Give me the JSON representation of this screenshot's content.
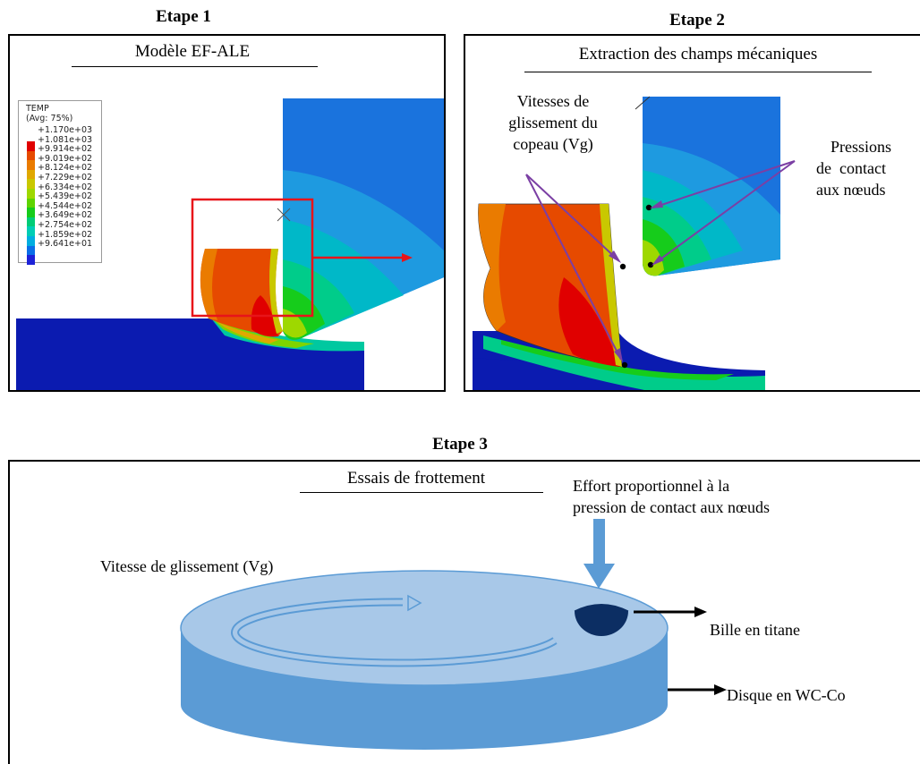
{
  "step1": {
    "title": "Etape 1",
    "panel_title": "Modèle EF-ALE",
    "legend": {
      "name": "TEMP",
      "avg": "(Avg: 75%)",
      "levels": [
        "+1.170e+03",
        "+1.081e+03",
        "+9.914e+02",
        "+9.019e+02",
        "+8.124e+02",
        "+7.229e+02",
        "+6.334e+02",
        "+5.439e+02",
        "+4.544e+02",
        "+3.649e+02",
        "+2.754e+02",
        "+1.859e+02",
        "+9.641e+01"
      ],
      "colors": [
        "#e00000",
        "#e64a00",
        "#ea7b00",
        "#e0a800",
        "#c9c800",
        "#9ed800",
        "#5ed400",
        "#16cc1b",
        "#00cc77",
        "#00cdb5",
        "#00aee0",
        "#0a6ee8",
        "#1d22d8"
      ]
    }
  },
  "step2": {
    "title": "Etape 2",
    "panel_title": "Extraction des champs mécaniques",
    "label_slip": [
      "Vitesses de",
      "glissement du",
      "copeau (Vg)"
    ],
    "label_pressure": [
      "Pressions",
      "de  contact",
      "aux nœuds"
    ]
  },
  "step3": {
    "title": "Etape 3",
    "panel_title": "Essais de frottement",
    "label_force": [
      "Effort proportionnel à la",
      "pression de contact aux nœuds"
    ],
    "label_speed": "Vitesse de glissement (Vg)",
    "label_ball": "Bille en titane",
    "label_disk": "Disque en WC-Co"
  },
  "colors": {
    "workpiece": "#0b1bb0",
    "tool_blue": "#1a73dd",
    "chip_red": "#d92a0a",
    "arrow_red": "#e8141a",
    "annot_purple": "#7b3fa4",
    "disk_top": "#a8c8e8",
    "disk_side": "#5b9bd5",
    "ball": "#0c2e63",
    "force_arrow": "#5b9bd5"
  }
}
